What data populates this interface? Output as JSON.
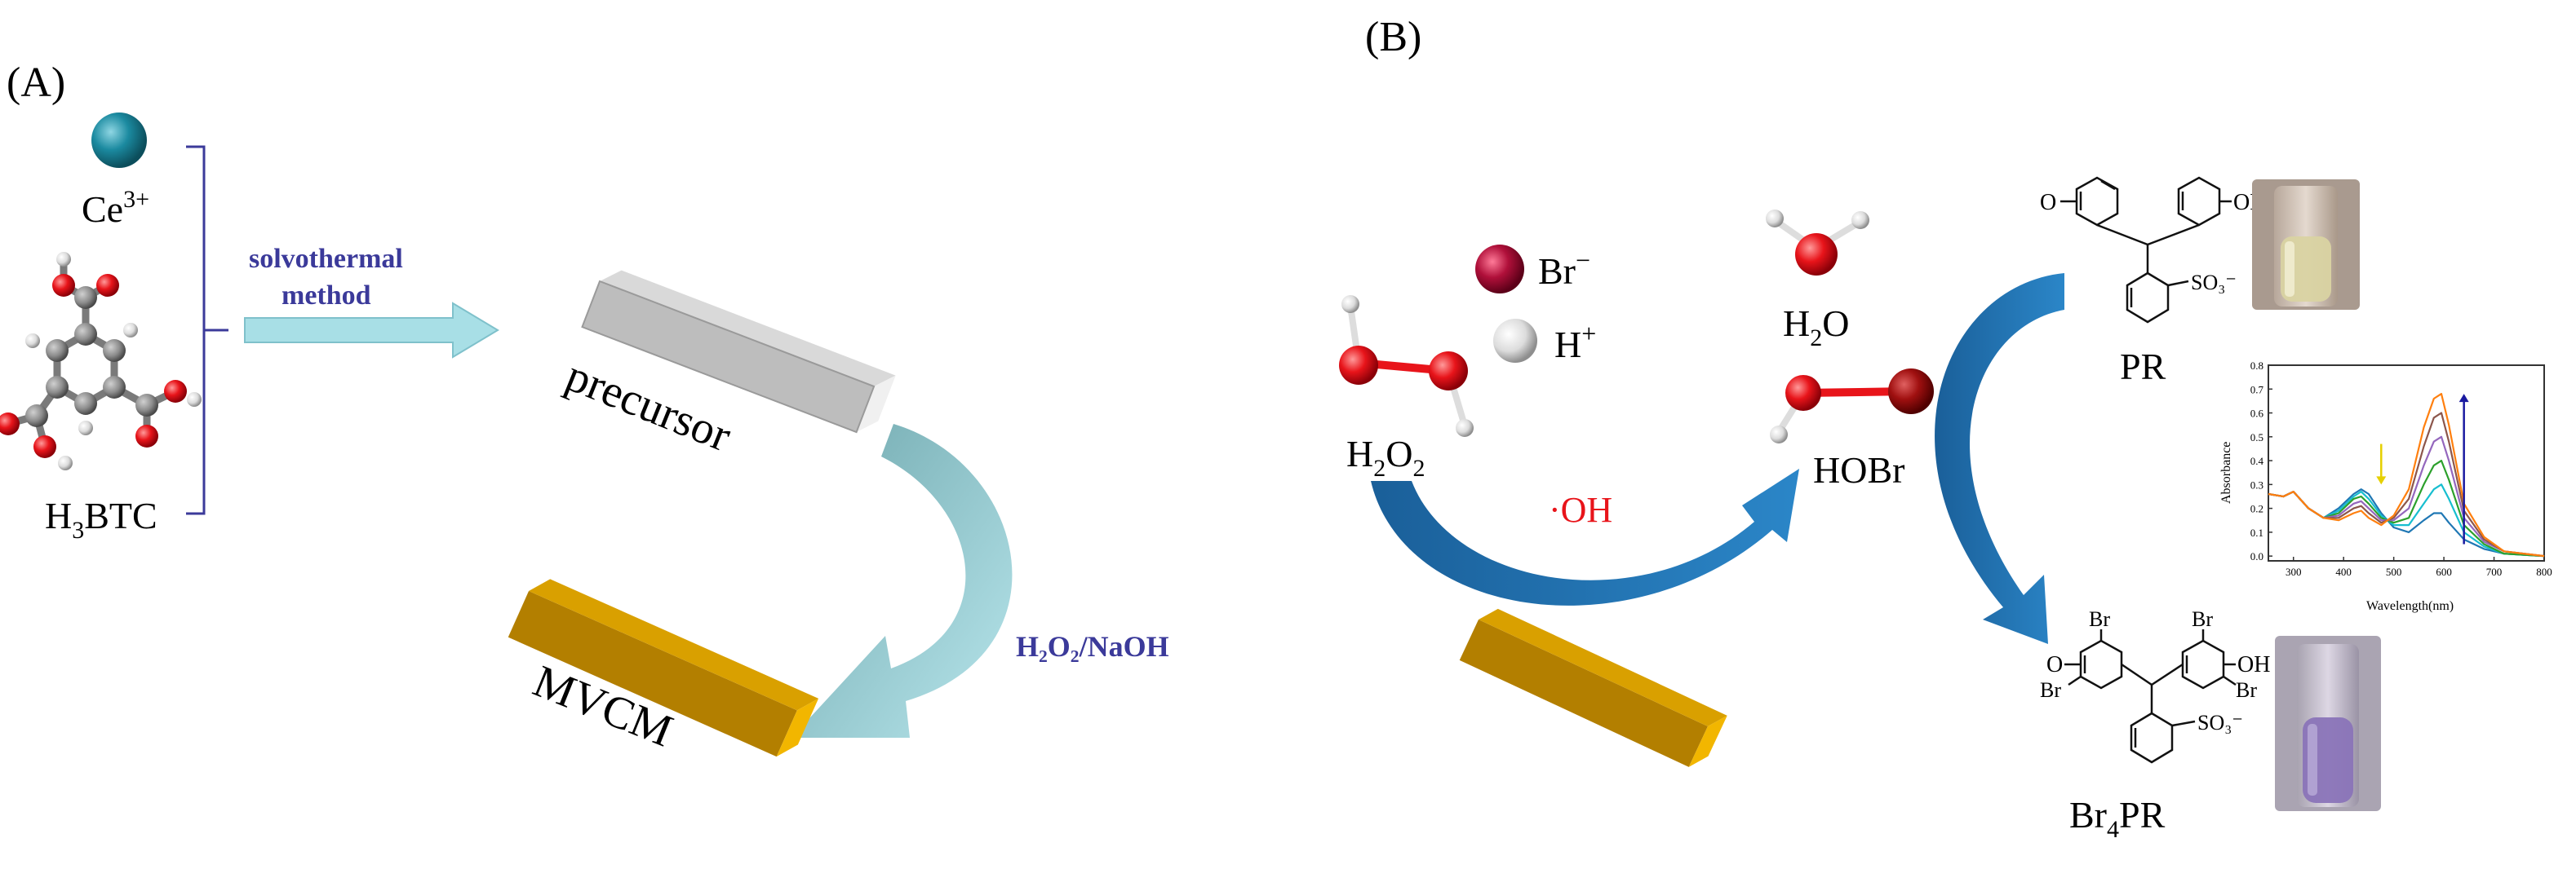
{
  "panels": {
    "a": "(A)",
    "b": "(B)"
  },
  "labels": {
    "ce_base": "Ce",
    "ce_sup": "3+",
    "h3btc_pre": "H",
    "h3btc_sub": "3",
    "h3btc_post": "BTC",
    "solvo_line1": "solvothermal",
    "solvo_line2": "method",
    "precursor": "precursor",
    "mvcm": "MVCM",
    "h2o2_naoh": "H₂O₂/NaOH",
    "br_base": "Br",
    "br_sup": "−",
    "h_base": "H",
    "h_sup": "+",
    "h2o2_a": "H",
    "h2o2_b": "2",
    "h2o2_c": "O",
    "h2o2_d": "2",
    "h2o_a": "H",
    "h2o_b": "2",
    "h2o_c": "O",
    "hobr": "HOBr",
    "oh_radical": "·OH",
    "pr": "PR",
    "br4pr_a": "Br",
    "br4pr_b": "4",
    "br4pr_c": "PR"
  },
  "structures": {
    "pr_o": "O",
    "pr_oh": "OH",
    "pr_so3": "SO₃⁻",
    "br4_o": "O",
    "br4_oh": "OH",
    "br4_so3": "SO₃⁻",
    "br": "Br"
  },
  "colors": {
    "ce": "#1b8aa0",
    "oxygen": "#e8141a",
    "hydrogen": "#e6e6e6",
    "carbon": "#8c8c8c",
    "bromide": "#b0103a",
    "arrow_light": "#a8dfe6",
    "arrow_blue": "#1f6fb0",
    "rod_gold": "#c89400",
    "rod_gray": "#a6a6a6",
    "bracket": "#3b3a9a"
  },
  "chart_data": {
    "type": "line",
    "xlabel": "Wavelength(nm)",
    "ylabel": "Absorbance",
    "xlim": [
      250,
      800
    ],
    "ylim": [
      -0.02,
      0.8
    ],
    "xticks": [
      300,
      400,
      500,
      600,
      700,
      800
    ],
    "yticks": [
      0.0,
      0.1,
      0.2,
      0.3,
      0.4,
      0.5,
      0.6,
      0.7,
      0.8
    ],
    "x": [
      250,
      280,
      300,
      330,
      360,
      390,
      420,
      435,
      450,
      475,
      500,
      530,
      560,
      580,
      595,
      610,
      640,
      680,
      720,
      800
    ],
    "series": [
      {
        "color": "#1f77b4",
        "values": [
          0.26,
          0.25,
          0.27,
          0.2,
          0.16,
          0.2,
          0.26,
          0.28,
          0.26,
          0.18,
          0.12,
          0.1,
          0.15,
          0.18,
          0.18,
          0.14,
          0.07,
          0.03,
          0.01,
          0.0
        ]
      },
      {
        "color": "#17becf",
        "values": [
          0.26,
          0.25,
          0.27,
          0.2,
          0.16,
          0.19,
          0.25,
          0.27,
          0.24,
          0.17,
          0.13,
          0.13,
          0.22,
          0.28,
          0.3,
          0.24,
          0.1,
          0.04,
          0.01,
          0.0
        ]
      },
      {
        "color": "#2ca02c",
        "values": [
          0.26,
          0.25,
          0.27,
          0.2,
          0.16,
          0.18,
          0.24,
          0.25,
          0.22,
          0.16,
          0.14,
          0.16,
          0.3,
          0.38,
          0.4,
          0.32,
          0.13,
          0.05,
          0.01,
          0.0
        ]
      },
      {
        "color": "#9467bd",
        "values": [
          0.26,
          0.25,
          0.27,
          0.2,
          0.16,
          0.17,
          0.22,
          0.23,
          0.2,
          0.15,
          0.15,
          0.2,
          0.38,
          0.48,
          0.5,
          0.4,
          0.16,
          0.06,
          0.02,
          0.0
        ]
      },
      {
        "color": "#8c564b",
        "values": [
          0.26,
          0.25,
          0.27,
          0.2,
          0.16,
          0.16,
          0.2,
          0.21,
          0.18,
          0.14,
          0.16,
          0.24,
          0.46,
          0.58,
          0.6,
          0.48,
          0.19,
          0.07,
          0.02,
          0.0
        ]
      },
      {
        "color": "#ff7f0e",
        "values": [
          0.26,
          0.25,
          0.27,
          0.2,
          0.16,
          0.15,
          0.18,
          0.19,
          0.16,
          0.13,
          0.17,
          0.28,
          0.54,
          0.66,
          0.68,
          0.55,
          0.22,
          0.08,
          0.02,
          0.0
        ]
      }
    ],
    "arrows": [
      {
        "color": "#e6d000",
        "x": 475,
        "from": 0.47,
        "to": 0.3
      },
      {
        "color": "#1a1aa0",
        "x": 640,
        "from": 0.05,
        "to": 0.68
      }
    ]
  }
}
